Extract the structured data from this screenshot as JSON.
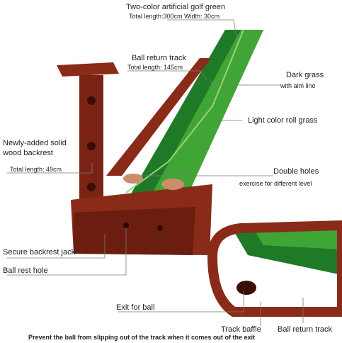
{
  "product": "Golf putting mat with ball return track and wooden backrest",
  "colors": {
    "wood": "#8a2a18",
    "wood_dark": "#5e170c",
    "green_dark": "#1f7a28",
    "green_light": "#3fa636",
    "accent_line": "#9ad07a",
    "leader": "#7a7a7a",
    "text": "#222222"
  },
  "labels": {
    "green_title": "Two-color artificial golf green",
    "green_size": "Total length:300cm Width: 30cm",
    "track_title": "Ball return track",
    "track_length": "Total length: 145cm",
    "dark_grass": "Dark grass",
    "aim_line": "with aim line",
    "light_grass": "Light color roll grass",
    "backrest_title_1": "Newly-added solid",
    "backrest_title_2": "wood backrest",
    "backrest_length": "Total length: 49cm",
    "double_holes": "Double holes",
    "double_holes_sub": "exercise for different level",
    "jack": "Secure backrest jack",
    "rest_hole": "Ball rest hole",
    "exit": "Exit for ball",
    "baffle": "Track baffle",
    "return_track": "Ball return track",
    "footer": "Prevent the ball from slipping out of the track when it comes out of the exit"
  }
}
